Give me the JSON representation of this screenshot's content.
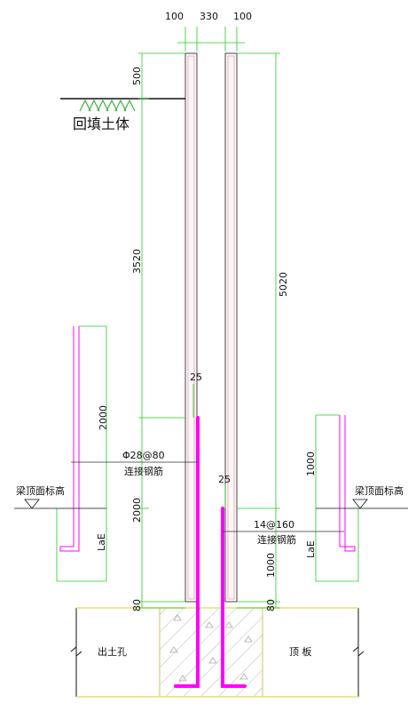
{
  "colors": {
    "dimension": "#22cc22",
    "rebar": "#ff00ff",
    "wall": "#444444",
    "wall_fill": "#ffeef2",
    "footing": "#e8e070",
    "hatch": "#b8b8b8",
    "ground": "#111111",
    "grass": "#22aa22",
    "leader": "#333333"
  },
  "top_dims": {
    "left": "100",
    "mid": "330",
    "right": "100"
  },
  "left_dims": {
    "d500": "500",
    "d3520": "3520",
    "d2000a": "2000",
    "d2000b": "2000",
    "d80": "80"
  },
  "right_dims": {
    "d5020": "5020",
    "d1000a": "1000",
    "d1000b": "1000",
    "d80": "80"
  },
  "labels": {
    "backfill": "回填土体",
    "beam_top_left": "梁顶面标高",
    "beam_top_right": "梁顶面标高",
    "rebar_left_spec": "Φ28@80",
    "rebar_left_name": "连接钢筋",
    "rebar_right_spec": "14@160",
    "rebar_right_name": "连接钢筋",
    "lae_left": "LaE",
    "lae_right": "LaE",
    "offset_left": "25",
    "offset_right": "25",
    "soil_hole": "出土孔",
    "top_slab": "顶 板"
  }
}
